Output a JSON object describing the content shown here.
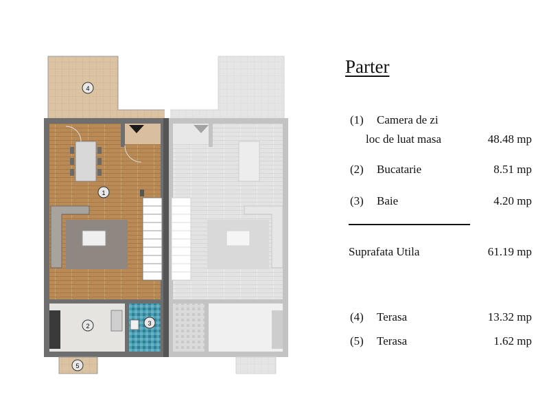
{
  "plan": {
    "room_markers": [
      "1",
      "2",
      "3",
      "4",
      "5"
    ]
  },
  "legend": {
    "title": "Parter",
    "rooms": [
      {
        "num": "(1)",
        "label": "Camera de zi",
        "label2": "loc de luat masa",
        "area": "48.48 mp"
      },
      {
        "num": "(2)",
        "label": "Bucatarie",
        "area": "8.51 mp"
      },
      {
        "num": "(3)",
        "label": "Baie",
        "area": "4.20 mp"
      }
    ],
    "total": {
      "label": "Suprafata Utila",
      "area": "61.19 mp"
    },
    "outdoor": [
      {
        "num": "(4)",
        "label": "Terasa",
        "area": "13.32 mp"
      },
      {
        "num": "(5)",
        "label": "Terasa",
        "area": "1.62 mp"
      }
    ]
  },
  "colors": {
    "wood": "#b98a55",
    "wall": "#6e6e6e",
    "terrace": "#d9bf9f",
    "tile": "#3f8fa6",
    "ghost_floor": "#dcdcdc"
  }
}
